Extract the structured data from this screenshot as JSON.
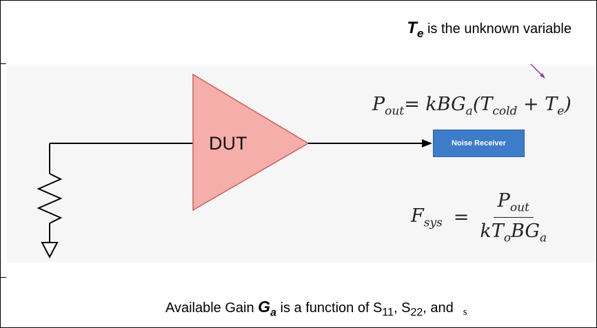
{
  "top_note": {
    "symbol": "T",
    "symbol_sub": "e",
    "text": "is the unknown variable"
  },
  "dut": {
    "label": "DUT"
  },
  "noise_receiver": {
    "label": "Noise Receiver"
  },
  "equation_pout": {
    "lhs": "P",
    "lhs_sub": "out",
    "rhs_prefix": "= kBG",
    "g_sub": "a",
    "open": "(T",
    "cold_sub": "cold",
    "plus": " + T",
    "te_sub": "e",
    "close": ")"
  },
  "equation_fsys": {
    "lhs": "F",
    "lhs_sub": "sys",
    "eq": "=",
    "num": "P",
    "num_sub": "out",
    "den_k": "kT",
    "den_o": "o",
    "den_bg": "BG",
    "den_a": "a"
  },
  "bottom_note": {
    "prefix": "Available Gain",
    "symbol": "G",
    "symbol_sub": "a",
    "middle": "is a function of S",
    "s11_sub": "11",
    "sep1": ", S",
    "s22_sub": "22",
    "tail": ", and",
    "cutoff": "s"
  },
  "colors": {
    "amplifier_fill": "#f5aeaa",
    "amplifier_stroke": "#c9605a",
    "receiver_fill": "#3d7cc9",
    "arrow_annotation": "#a0349a",
    "panel_background": "#f6f6f6"
  }
}
